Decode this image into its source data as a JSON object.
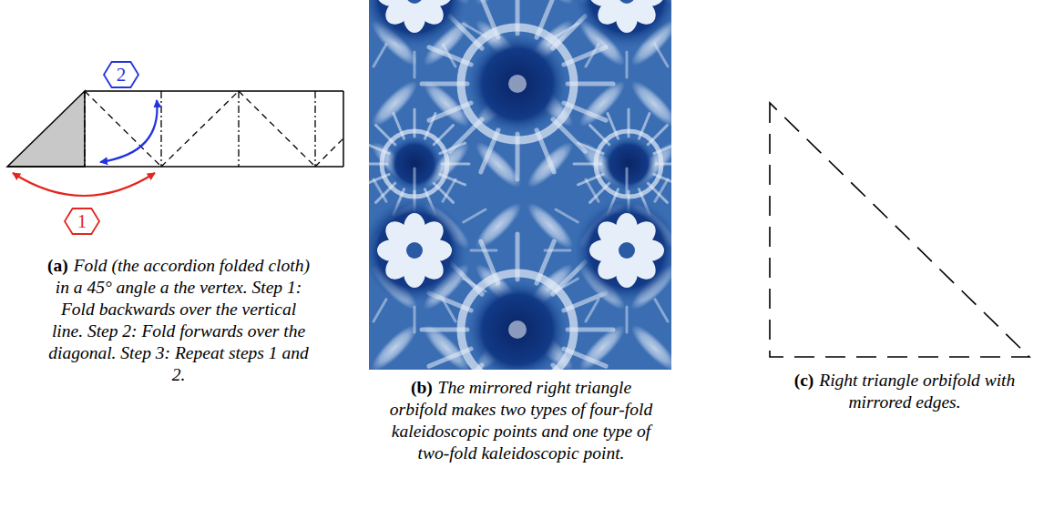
{
  "diagram": {
    "nodes": [
      {
        "text": [
          "1"
        ]
      },
      {
        "text": [
          "2"
        ]
      }
    ],
    "labels": [
      "(a)",
      "Fold (the accordion folded cloth) in a 45° angle a the vertex. Step 1: Fold backwards over the vertical line. Step 2: Fold forwards over the diagonal. Step 3: Repeat steps 1 and 2.",
      "(b)",
      "The mirrored right triangle orbifold makes two types of four-fold kaleidoscopic points and one type of two-fold kaleidoscopic point.",
      "(c)",
      "Right triangle orbifold with mirrored edges."
    ]
  }
}
